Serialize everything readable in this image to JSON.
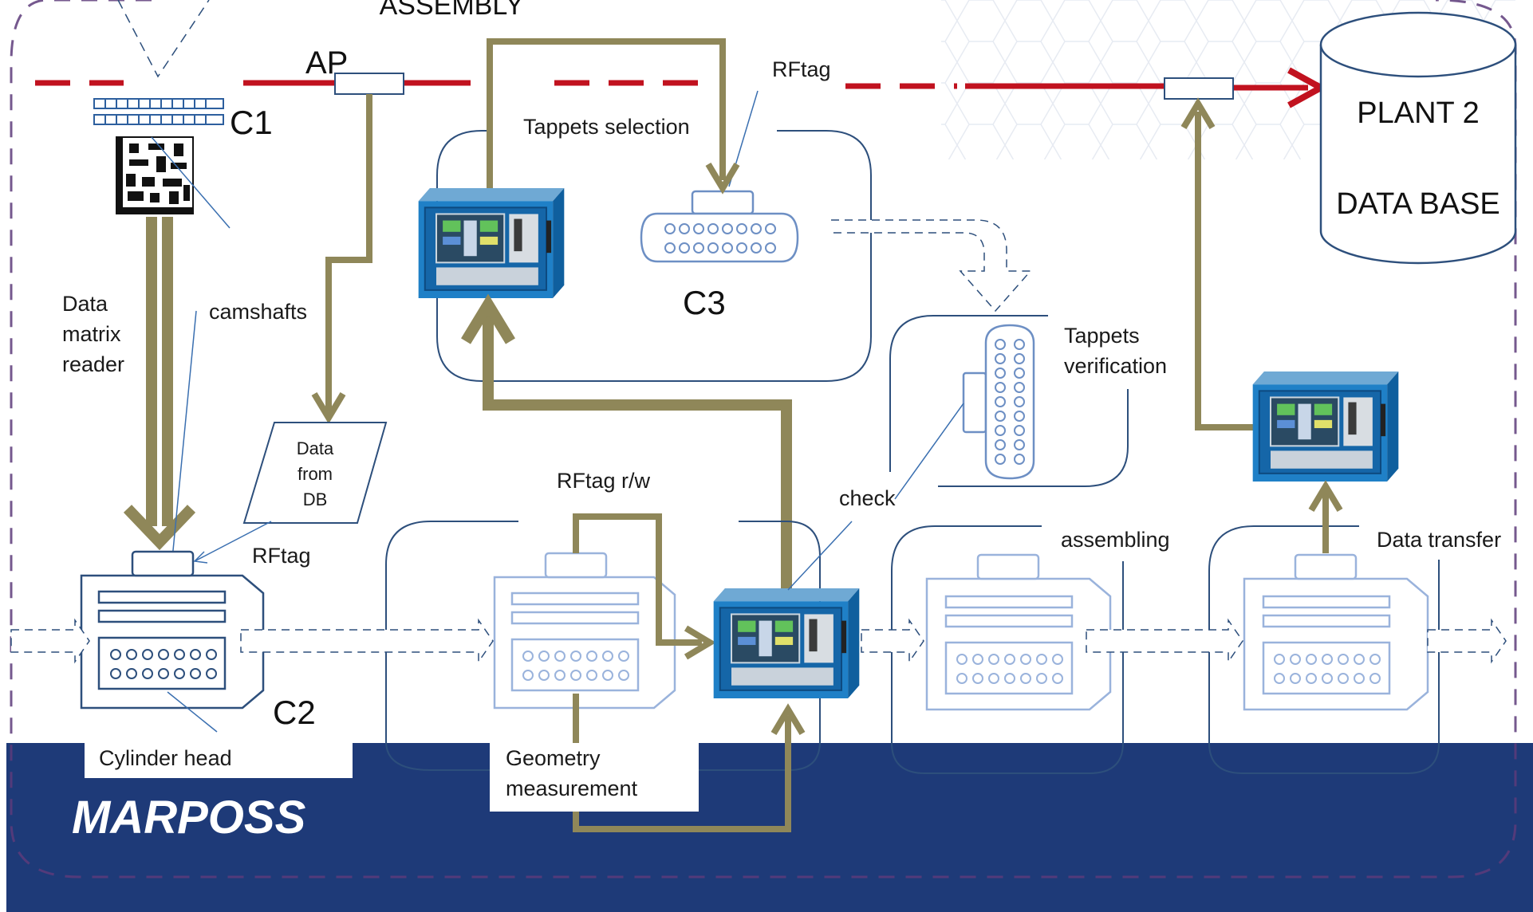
{
  "title": "ASSEMBLY",
  "brand": "MARPOSS",
  "labels": {
    "c1": "C1",
    "c2": "C2",
    "c3": "C3",
    "ap": "AP",
    "rftag_top": "RFtag",
    "rftag_mid": "RFtag",
    "rftag_rw": "RFtag r/w",
    "tappets_selection": "Tappets selection",
    "tappets_verification": [
      "Tappets",
      "verification"
    ],
    "data_matrix_reader": [
      "Data",
      "matrix",
      "reader"
    ],
    "camshafts": "camshafts",
    "data_from_db": [
      "Data",
      "from",
      "DB"
    ],
    "check": "check",
    "assembling": "assembling",
    "data_transfer": "Data transfer",
    "cylinder_head": "Cylinder head",
    "geometry_measurement": [
      "Geometry",
      "measurement"
    ],
    "database": [
      "PLANT 2",
      "DATA BASE"
    ]
  },
  "colors": {
    "flow_arrow": "#8f8759",
    "network_line": "#c1121f",
    "footer_band": "#1e3a78",
    "station_outline": "#2d4f7c",
    "part_outline": "#6d8fc4",
    "boundary": "#5d3b7a"
  }
}
